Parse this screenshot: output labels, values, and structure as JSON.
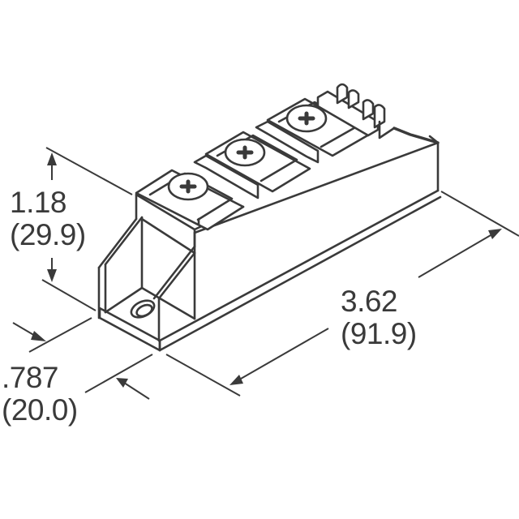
{
  "drawing": {
    "subject": "power module package outline",
    "line_color": "#3a3a3a",
    "background": "#ffffff",
    "screw_terminals": 3,
    "icons": [
      "phillips-screw-icon",
      "mounting-hole-icon",
      "gate-pin-icon"
    ]
  },
  "dimensions": {
    "height": {
      "inch": "1.18",
      "mm": "(29.9)"
    },
    "width": {
      "inch": ".787",
      "mm": "(20.0)"
    },
    "length": {
      "inch": "3.62",
      "mm": "(91.9)"
    }
  }
}
